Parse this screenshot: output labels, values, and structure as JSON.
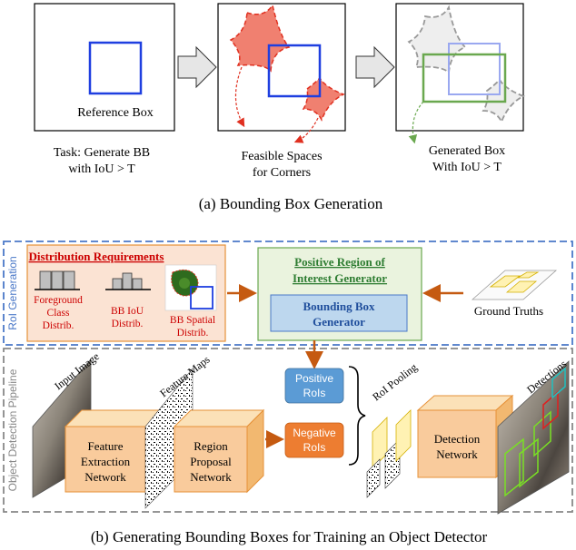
{
  "top": {
    "panel1": {
      "box_label": "Reference Box",
      "caption_line1": "Task: Generate BB",
      "caption_line2": "with IoU > T"
    },
    "panel2": {
      "caption_line1": "Feasible Spaces",
      "caption_line2": "for Corners"
    },
    "panel3": {
      "caption_line1": "Generated Box",
      "caption_line2": "With IoU > T"
    },
    "caption": "(a)  Bounding Box Generation"
  },
  "bottom": {
    "roi_generation_label": "RoI Generation",
    "pipeline_label": "Object Detection Pipeline",
    "distribution": {
      "title": "Distribution Requirements",
      "foreground": [
        "Foreground",
        "Class",
        "Distrib."
      ],
      "iou": [
        "BB IoU",
        "Distrib."
      ],
      "spatial": [
        "BB Spatial",
        "Distrib."
      ]
    },
    "positive_generator": {
      "title_line1": "Positive Region of",
      "title_line2": "Interest Generator",
      "bb_generator_line1": "Bounding Box",
      "bb_generator_line2": "Generator"
    },
    "ground_truths": "Ground Truths",
    "input_image": "Input Image",
    "feature_maps": "Feature Maps",
    "feature_extraction": [
      "Feature",
      "Extraction",
      "Network"
    ],
    "region_proposal": [
      "Region",
      "Proposal",
      "Network"
    ],
    "positive_rois": [
      "Positive",
      "RoIs"
    ],
    "negative_rois": [
      "Negative",
      "RoIs"
    ],
    "roi_pooling": "RoI Pooling",
    "detection_network": [
      "Detection",
      "Network"
    ],
    "detections": "Detections",
    "caption": "(b)  Generating Bounding Boxes for Training an Object Detector"
  },
  "colors": {
    "blue_box": "#1f3fe0",
    "red_fill": "#f08070",
    "red_dash": "#e03020",
    "green_box": "#6aa84f",
    "gray_dash": "#999999",
    "orange_fill": "#f9cb9c",
    "orange_stroke": "#e69138",
    "green_fill": "#eaf3de",
    "blue_pill": "#5b9bd5",
    "orange_pill": "#ed7d31",
    "frame_blue": "#4a78c8",
    "frame_gray": "#888888"
  }
}
